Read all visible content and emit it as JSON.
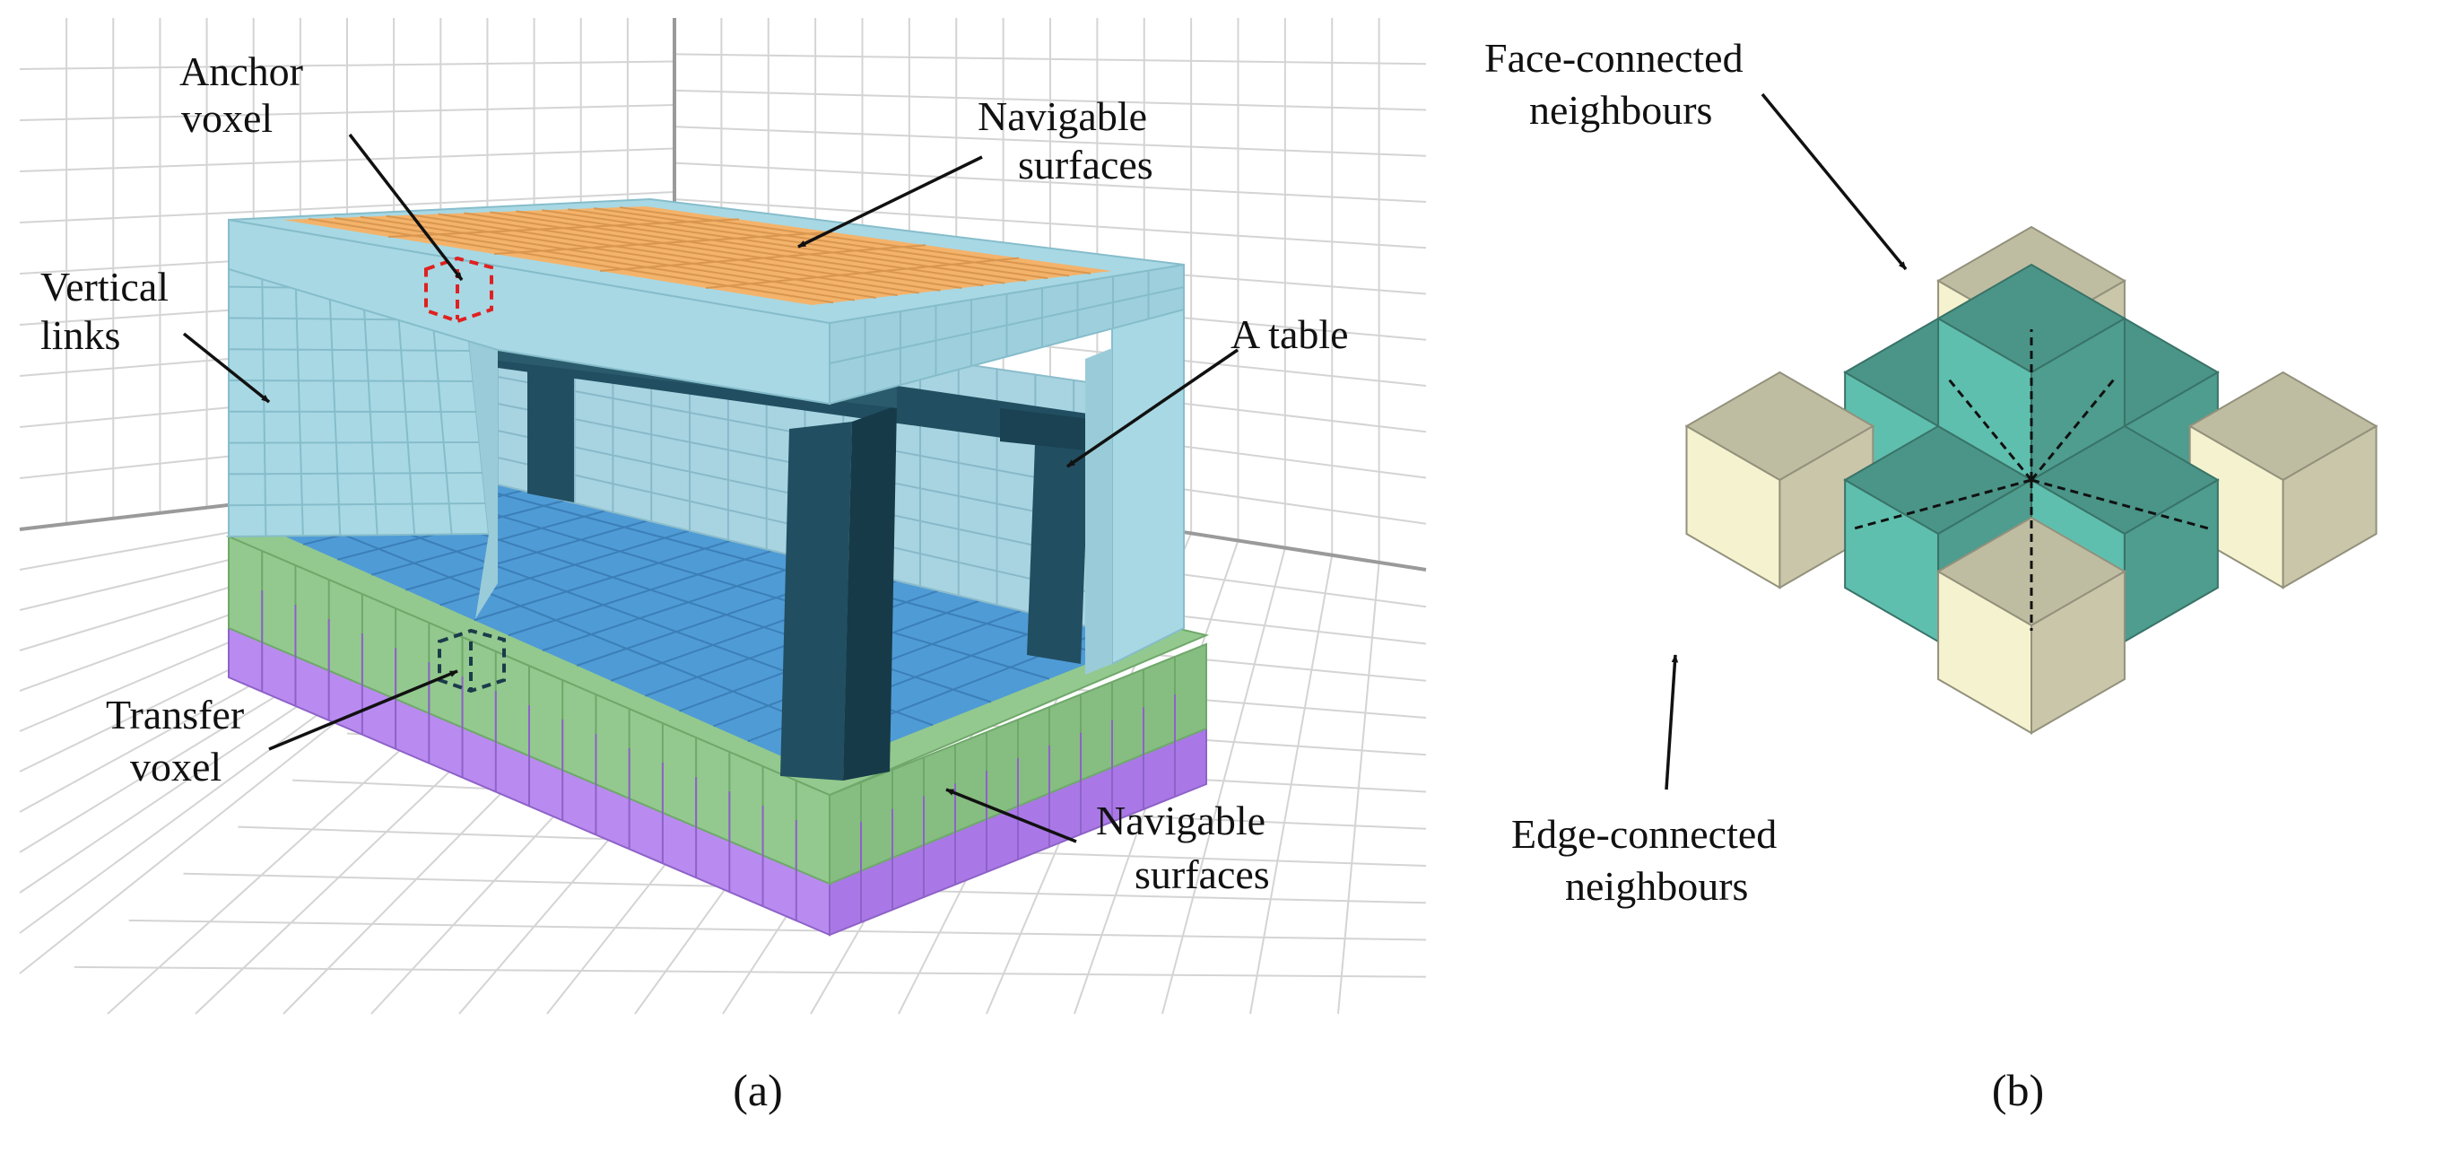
{
  "panel_a": {
    "caption": "(a)",
    "labels": {
      "anchor_voxel": [
        "Anchor",
        "voxel"
      ],
      "navigable_top": [
        "Navigable",
        "surfaces"
      ],
      "vertical_links": [
        "Vertical",
        "links"
      ],
      "a_table": "A table",
      "transfer_voxel": [
        "Transfer",
        "voxel"
      ],
      "navigable_bottom": [
        "Navigable",
        "surfaces"
      ]
    }
  },
  "panel_b": {
    "caption": "(b)",
    "labels": {
      "face_connected": [
        "Face-connected",
        "neighbours"
      ],
      "edge_connected": [
        "Edge-connected",
        "neighbours"
      ]
    }
  },
  "colors": {
    "grid_line": "#d4d4d4",
    "voxel_light_blue": "#a8d8e4",
    "navigable_orange": "#f4b36b",
    "floor_blue": "#4f9bd6",
    "table_dark": "#214e60",
    "layer_green": "#93c98e",
    "layer_purple": "#b889f0",
    "anchor_marker": "#e02020",
    "transfer_marker": "#1b3b4a",
    "face_neighbour": "#5fbfae",
    "edge_neighbour": "#f5f2cf",
    "center_voxel": "#f28b8b"
  }
}
